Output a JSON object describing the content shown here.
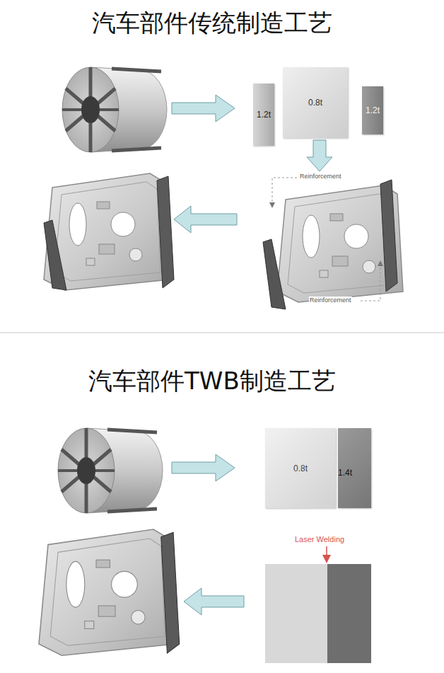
{
  "diagram": {
    "title": "汽车部件传统制造工艺",
    "nodes": [
      {
        "text": [
          "1.2t"
        ]
      },
      {
        "text": [
          "0.8t"
        ]
      },
      {
        "text": [
          "1.2t"
        ]
      },
      {
        "text": [
          "0.8t"
        ]
      },
      {
        "text": [
          "1.4t"
        ]
      }
    ],
    "labels": [
      "Reinforcement",
      "Reinforcement",
      "汽车部件TWB制造工艺",
      "Laser Welding"
    ]
  }
}
